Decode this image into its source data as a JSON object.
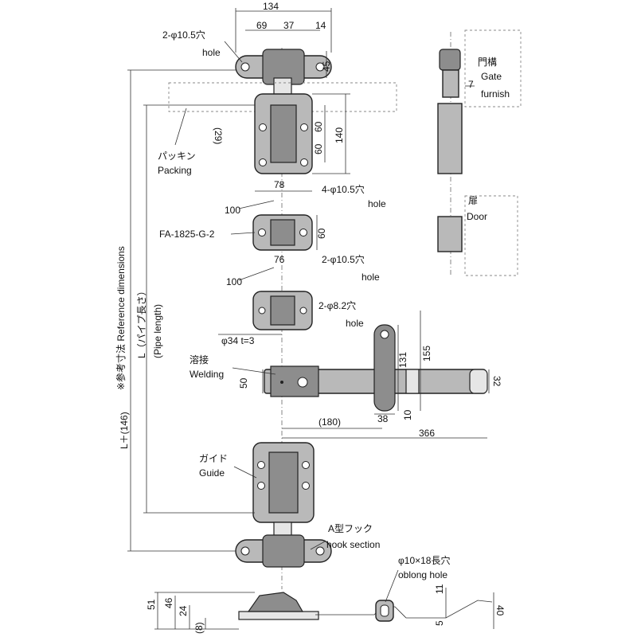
{
  "labels": {
    "hole_2_105": "2-φ10.5穴",
    "hole_en_1": "hole",
    "packing_jp": "パッキン",
    "packing_en": "Packing",
    "hole_4_105": "4-φ10.5穴",
    "hole_en_2": "hole",
    "part_no": "FA-1825-G-2",
    "hole_2_105b": "2-φ10.5穴",
    "hole_en_3": "hole",
    "hole_2_82": "2-φ8.2穴",
    "hole_en_4": "hole",
    "pipe_dim": "φ34 t=3",
    "welding_jp": "溶接",
    "welding_en": "Welding",
    "guide_jp": "ガイド",
    "guide_en": "Guide",
    "hook_jp": "A型フック",
    "hook_en": "hook section",
    "oblong_jp": "φ10×18長穴",
    "oblong_en": "oblong hole",
    "gate_jp": "門構",
    "gate_en1": "Gate",
    "gate_en2": "furnish",
    "door_jp": "扉",
    "door_en": "Door",
    "ref_dims": "※参考寸法 Reference dimensions",
    "total_len": "L＋(146)",
    "pipe_len_jp": "L（パイプ長さ）",
    "pipe_len_en": "(Pipe length)"
  },
  "dimensions": {
    "d134": "134",
    "d69": "69",
    "d37": "37",
    "d14": "14",
    "d45": "45",
    "d29": "(29)",
    "d60a": "60",
    "d60b": "60",
    "d140": "140",
    "d78a": "78",
    "d100a": "100",
    "d60c": "60",
    "d76": "76",
    "d100b": "100",
    "d131": "131",
    "d155": "155",
    "d50": "50",
    "d32": "32",
    "d38": "38",
    "d10": "10",
    "d180": "(180)",
    "d366": "366",
    "d7": "7",
    "d51": "51",
    "d46": "46",
    "d24": "24",
    "d8": "(8)",
    "d11": "11",
    "d5": "5",
    "d40": "40"
  }
}
